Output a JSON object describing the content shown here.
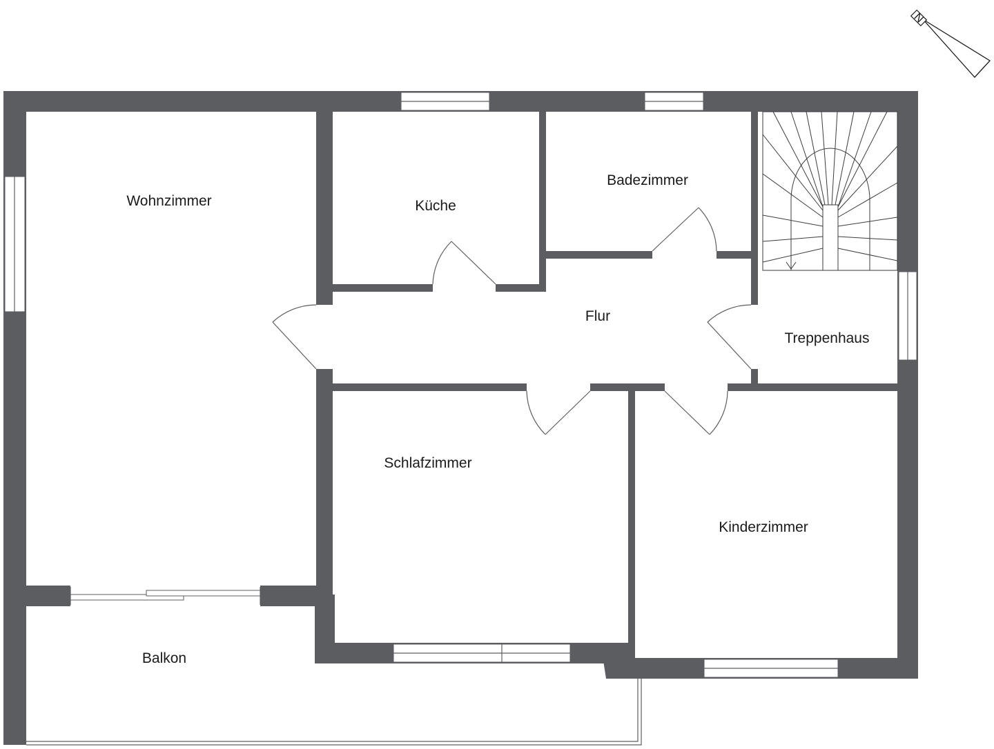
{
  "rooms": {
    "wohnzimmer": "Wohnzimmer",
    "kueche": "Küche",
    "badezimmer": "Badezimmer",
    "flur": "Flur",
    "treppenhaus": "Treppenhaus",
    "schlafzimmer": "Schlafzimmer",
    "kinderzimmer": "Kinderzimmer",
    "balkon": "Balkon"
  },
  "compass": {
    "letter": "N"
  },
  "colors": {
    "wall": "#5b5d61",
    "background": "#ffffff"
  }
}
